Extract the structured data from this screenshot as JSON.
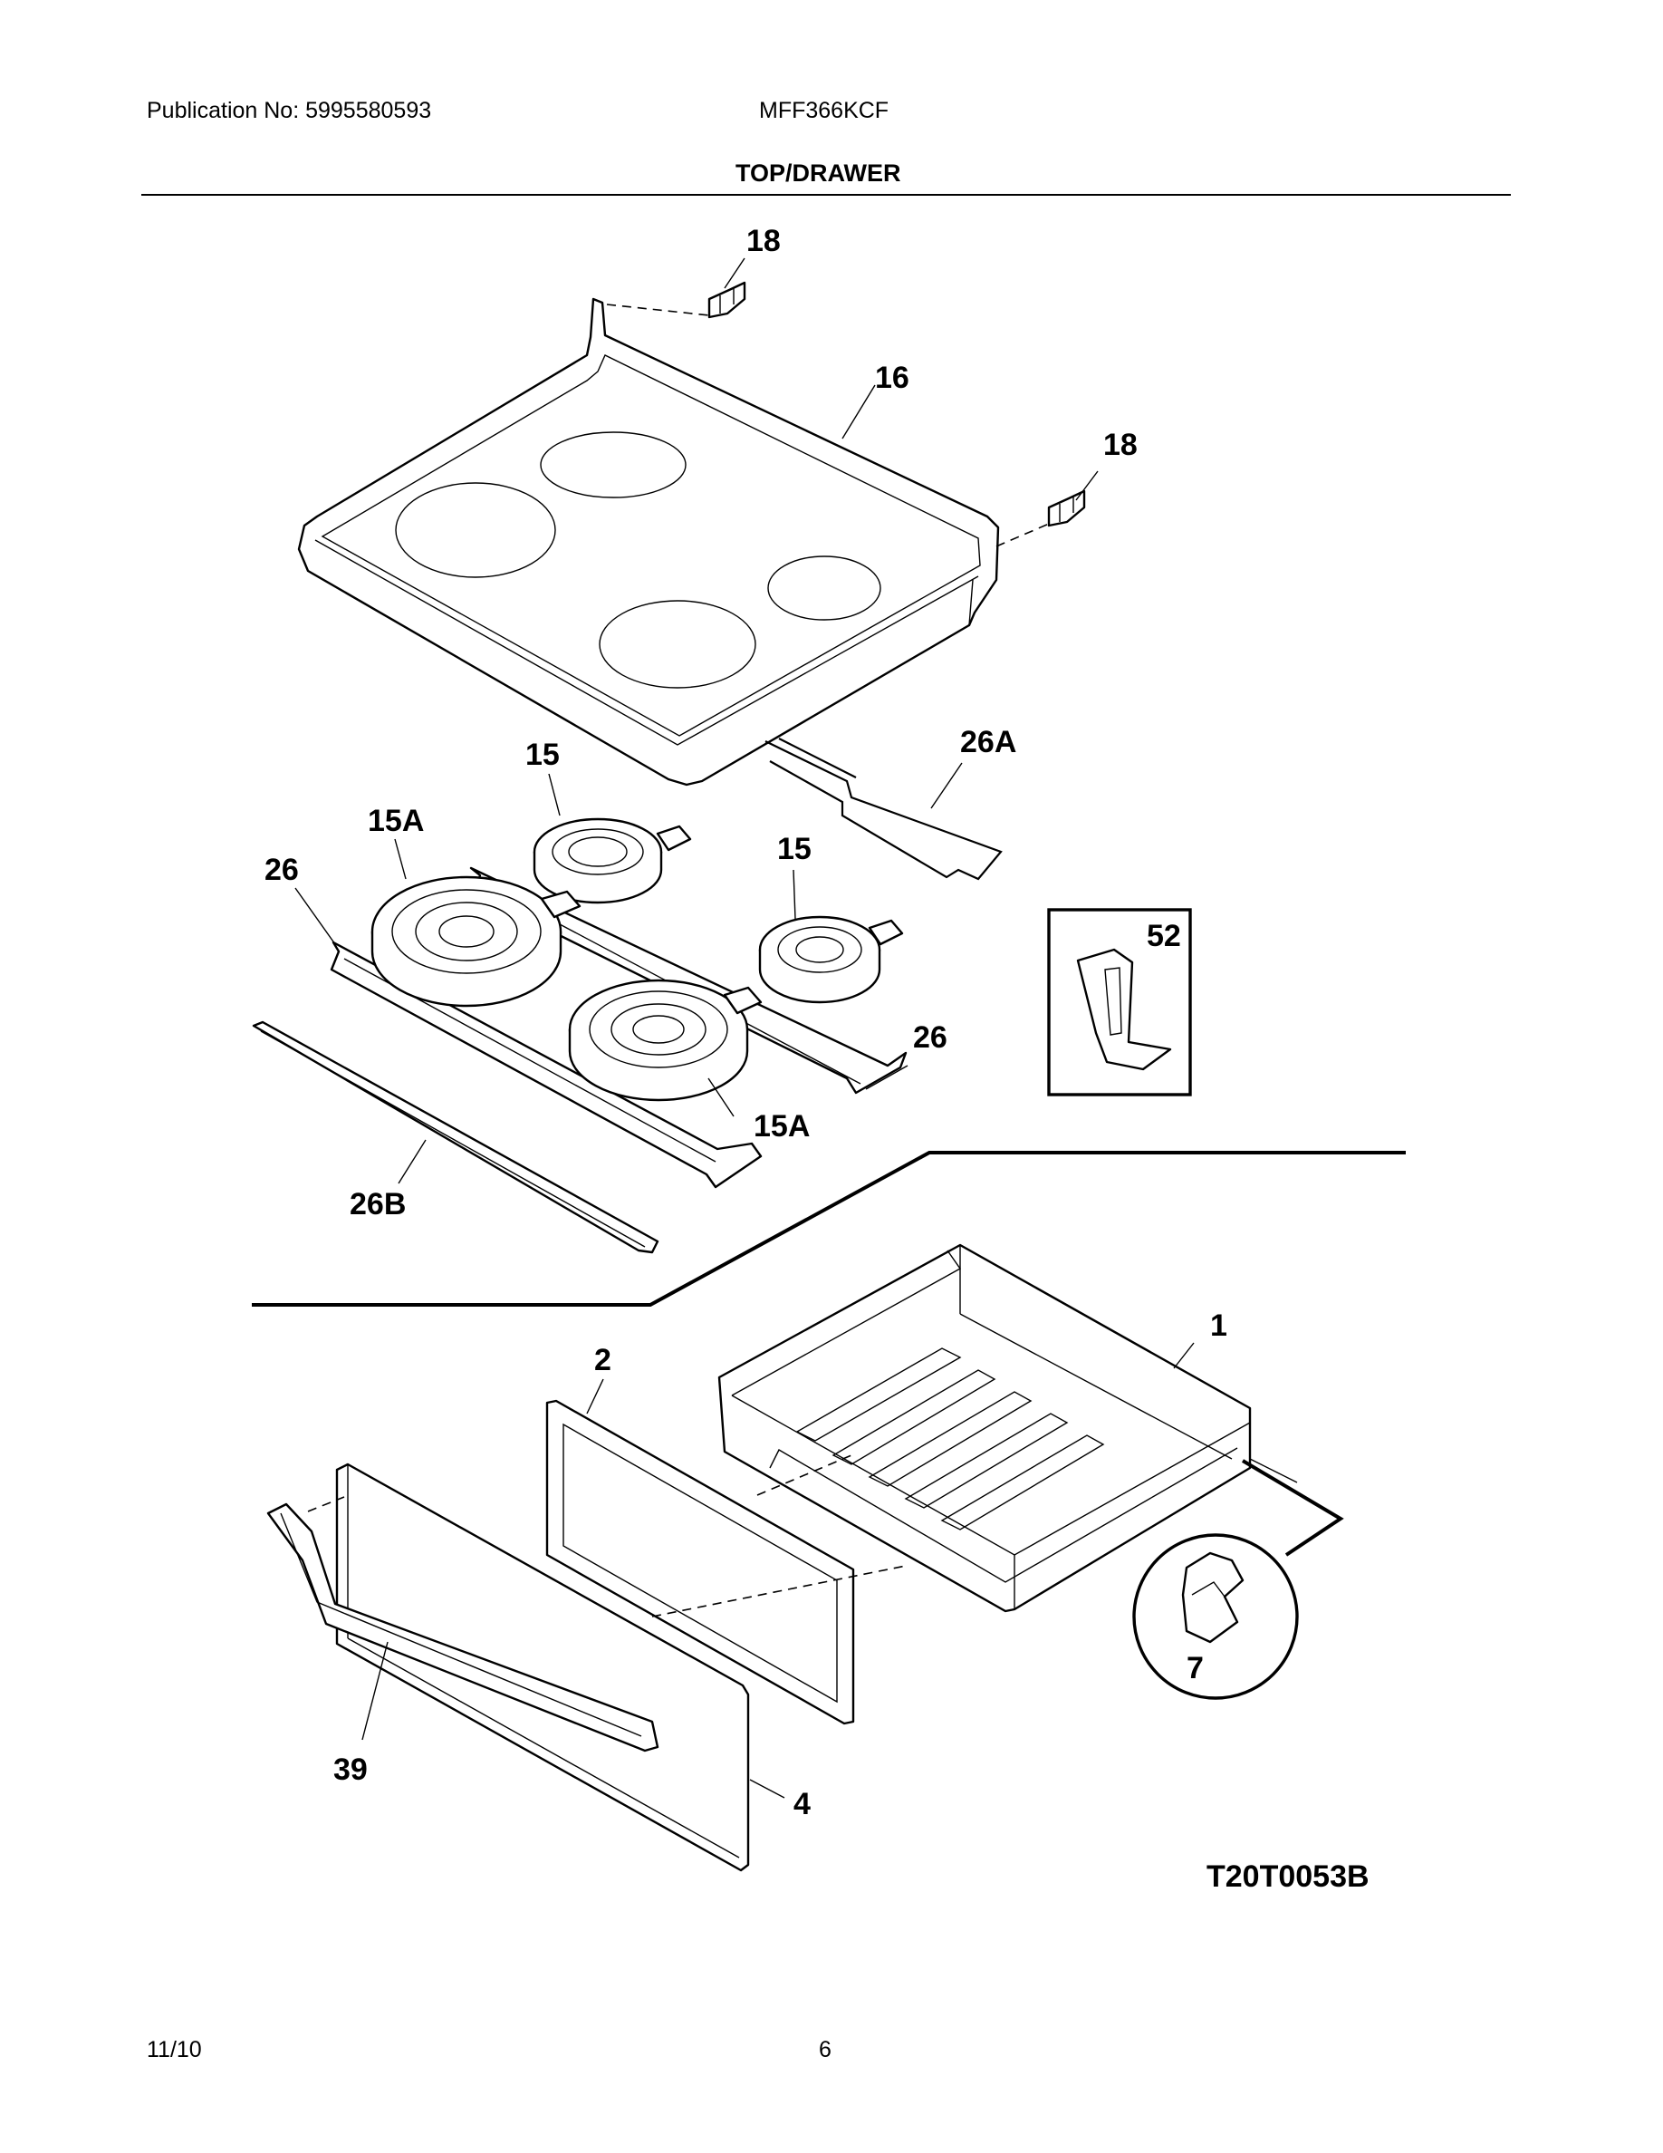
{
  "header": {
    "publication": "Publication No: 5995580593",
    "model": "MFF366KCF",
    "section_title": "TOP/DRAWER"
  },
  "callouts": {
    "c18a": "18",
    "c16": "16",
    "c18b": "18",
    "c26A": "26A",
    "c15a": "15",
    "c15A_a": "15A",
    "c26a": "26",
    "c15b": "15",
    "c52": "52",
    "c26b": "26",
    "c15A_b": "15A",
    "c26B": "26B",
    "c1": "1",
    "c2": "2",
    "c7": "7",
    "c39": "39",
    "c4": "4"
  },
  "drawing_number": "T20T0053B",
  "footer": {
    "date": "11/10",
    "page": "6"
  }
}
